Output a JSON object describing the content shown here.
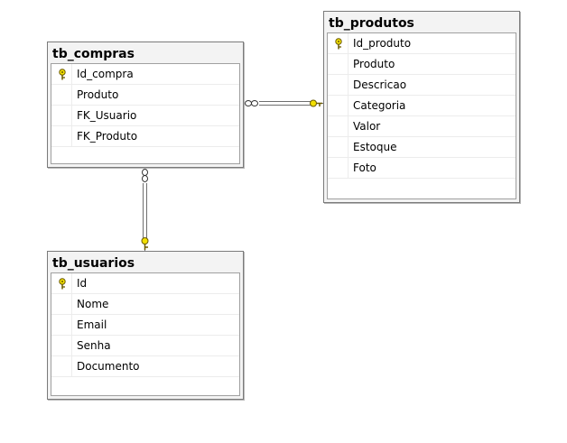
{
  "tables": {
    "compras": {
      "title": "tb_compras",
      "pk": "Id_compra",
      "columns": [
        "Produto",
        "FK_Usuario",
        "FK_Produto"
      ]
    },
    "produtos": {
      "title": "tb_produtos",
      "pk": "Id_produto",
      "columns": [
        "Produto",
        "Descricao",
        "Categoria",
        "Valor",
        "Estoque",
        "Foto"
      ]
    },
    "usuarios": {
      "title": "tb_usuarios",
      "pk": "Id",
      "columns": [
        "Nome",
        "Email",
        "Senha",
        "Documento"
      ]
    }
  },
  "colors": {
    "key": "#f2e000",
    "line": "#6f6f6f",
    "border": "#7a7a7a"
  },
  "icons": {
    "primary_key": "key-icon",
    "many_end": "infinity-icon"
  }
}
